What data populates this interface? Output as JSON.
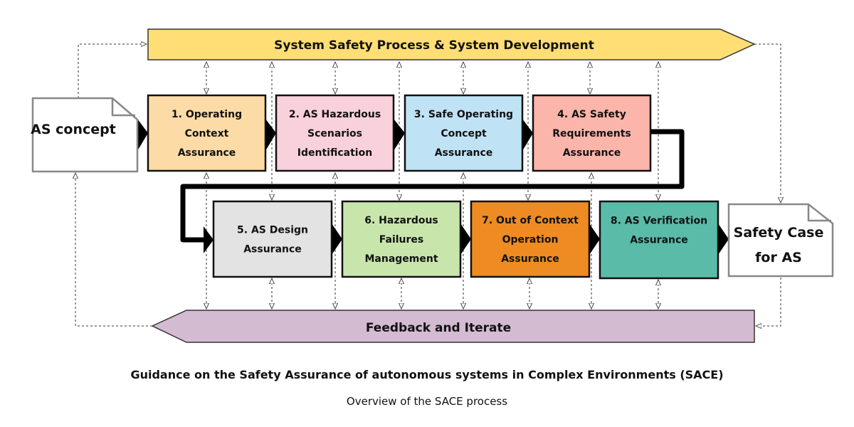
{
  "top_banner": {
    "label": "System Safety Process & System Development",
    "color": "#FFDE75"
  },
  "bottom_banner": {
    "label": "Feedback and Iterate",
    "color": "#D3BBD2"
  },
  "input_doc": {
    "lines": [
      "AS concept"
    ]
  },
  "output_doc": {
    "lines": [
      "Safety Case",
      "for AS"
    ]
  },
  "stages": [
    {
      "lines": [
        "1. Operating",
        "Context",
        "Assurance"
      ],
      "color": "#FDDBA6"
    },
    {
      "lines": [
        "2. AS Hazardous",
        "Scenarios",
        "Identification"
      ],
      "color": "#F8D1DC"
    },
    {
      "lines": [
        "3. Safe Operating",
        "Concept",
        "Assurance"
      ],
      "color": "#C0E2F5"
    },
    {
      "lines": [
        "4. AS Safety",
        "Requirements",
        "Assurance"
      ],
      "color": "#FBB5AA"
    },
    {
      "lines": [
        "5. AS Design",
        "Assurance"
      ],
      "color": "#E3E3E3"
    },
    {
      "lines": [
        "6. Hazardous",
        "Failures",
        "Management"
      ],
      "color": "#C8E6AC"
    },
    {
      "lines": [
        "7. Out of Context",
        "Operation",
        "Assurance"
      ],
      "color": "#EE8B22"
    },
    {
      "lines": [
        "8. AS Verification",
        "Assurance"
      ],
      "color": "#5ABBA8"
    }
  ],
  "caption": {
    "title": "Guidance on the Safety Assurance of autonomous systems in Complex Environments (SACE)",
    "subtitle": "Overview of the SACE process"
  }
}
